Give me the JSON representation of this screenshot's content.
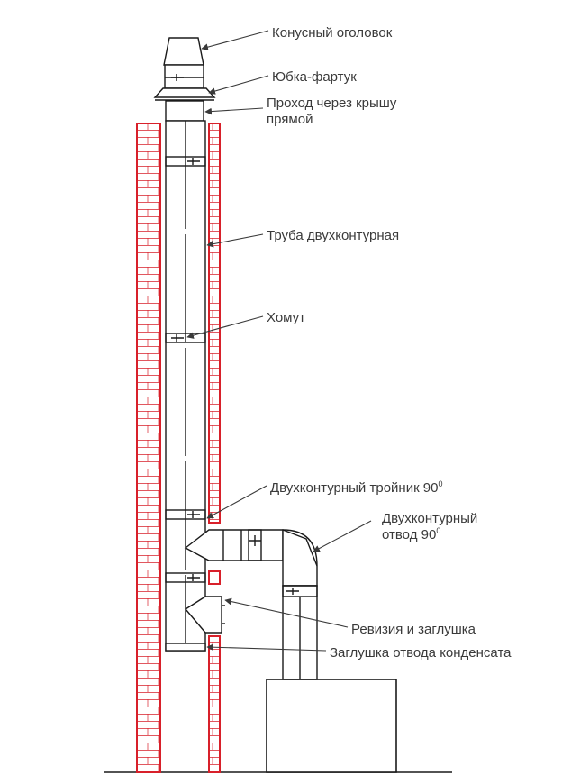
{
  "title": "Схема дымохода с двухконтурными элементами",
  "colors": {
    "brick": "#d8202a",
    "line": "#1a1a1a",
    "text": "#3a3a3a"
  },
  "labels": {
    "cone_cap": "Конусный оголовок",
    "skirt": "Юбка-фартук",
    "roof_pass_1": "Проход через крышу",
    "roof_pass_2": "прямой",
    "pipe": "Труба двухконтурная",
    "clamp": "Хомут",
    "tee_text": "Двухконтурный тройник 90",
    "tee_sup": "0",
    "elbow_1": "Двухконтурный",
    "elbow_2_text": "отвод 90",
    "elbow_sup": "0",
    "revision": "Ревизия и заглушка",
    "condensate": "Заглушка отвода конденсата"
  }
}
